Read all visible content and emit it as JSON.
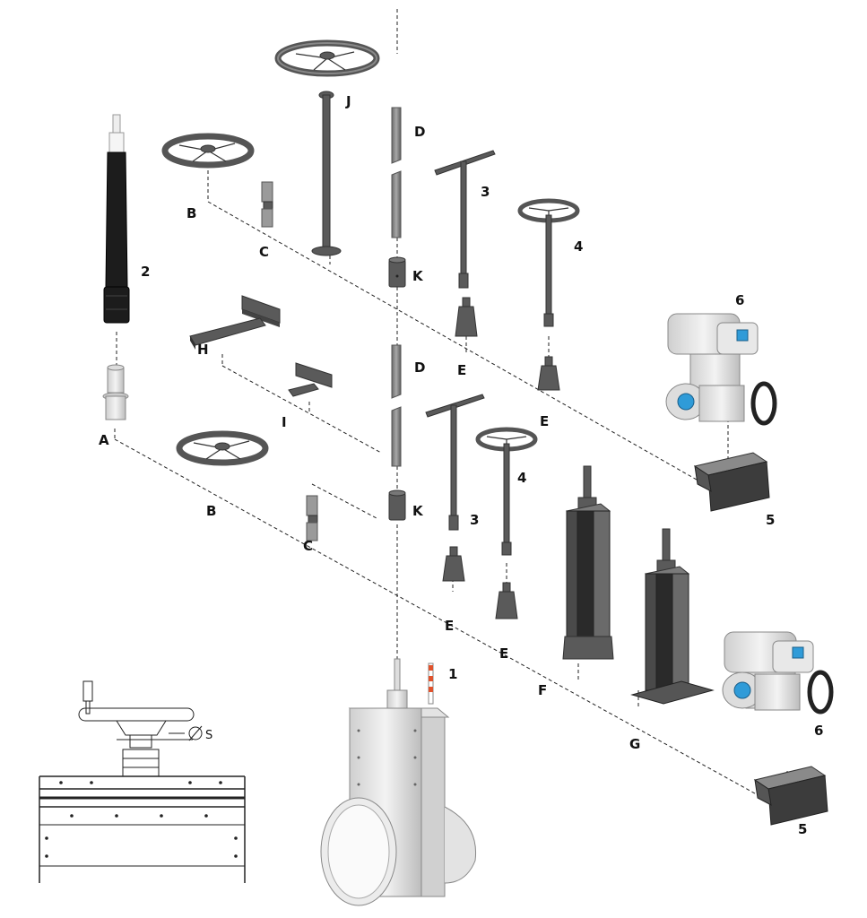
{
  "labels": {
    "A": "A",
    "B": "B",
    "C": "C",
    "D": "D",
    "E": "E",
    "F": "F",
    "G": "G",
    "H": "H",
    "I": "I",
    "J": "J",
    "K": "K",
    "n1": "1",
    "n2": "2",
    "n3": "3",
    "n4": "4",
    "n5": "5",
    "n6": "6",
    "diameter": "S"
  },
  "colors": {
    "metal": "#9a9a9a",
    "dark": "#5a5a5a",
    "indicator_red": "#e0522c",
    "actuator_blue": "#2f9bd8"
  }
}
